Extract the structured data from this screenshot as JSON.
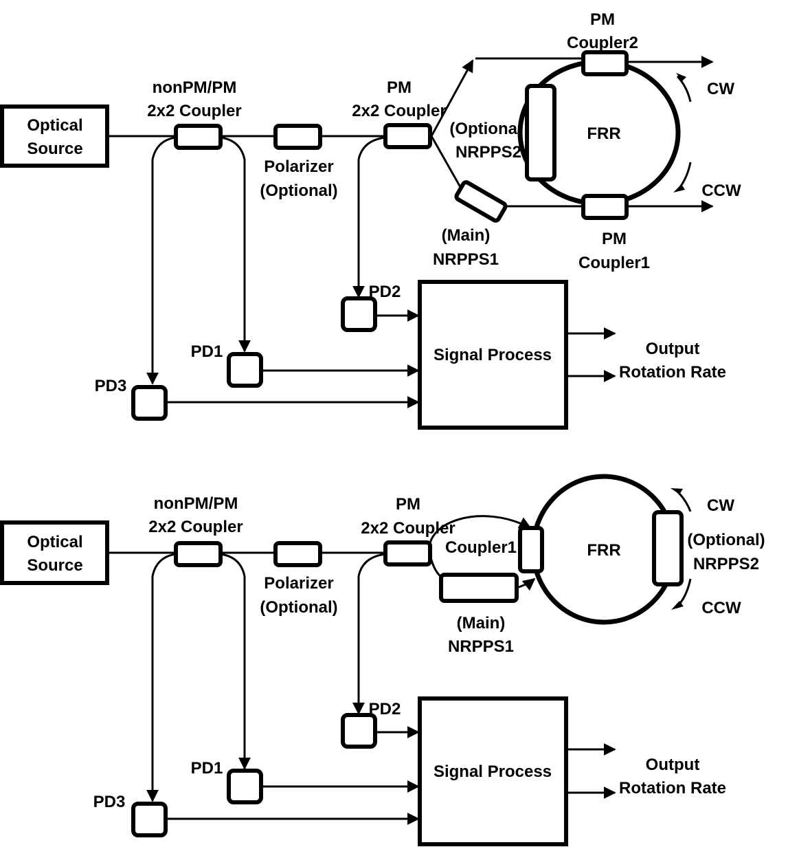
{
  "diagrams": [
    {
      "source": [
        "Optical",
        "Source"
      ],
      "coupler_a": [
        "nonPM/PM",
        "2x2 Coupler"
      ],
      "polarizer": [
        "Polarizer",
        "(Optional)"
      ],
      "coupler_b": [
        "PM",
        "2x2 Coupler"
      ],
      "nrpps2": [
        "(Optional",
        "NRPPS2"
      ],
      "nrpps1": [
        "(Main)",
        "NRPPS1"
      ],
      "pm_coupler2": [
        "PM",
        "Coupler2"
      ],
      "pm_coupler1": [
        "PM",
        "Coupler1"
      ],
      "frr": "FRR",
      "cw": "CW",
      "ccw": "CCW",
      "pd1": "PD1",
      "pd2": "PD2",
      "pd3": "PD3",
      "signal_process": "Signal Process",
      "output": [
        "Output",
        "Rotation Rate"
      ]
    },
    {
      "source": [
        "Optical",
        "Source"
      ],
      "coupler_a": [
        "nonPM/PM",
        "2x2 Coupler"
      ],
      "polarizer": [
        "Polarizer",
        "(Optional)"
      ],
      "coupler_b": [
        "PM",
        "2x2 Coupler"
      ],
      "coupler1": "Coupler1",
      "nrpps1": [
        "(Main)",
        "NRPPS1"
      ],
      "nrpps2": [
        "(Optional)",
        "NRPPS2"
      ],
      "frr": "FRR",
      "cw": "CW",
      "ccw": "CCW",
      "pd1": "PD1",
      "pd2": "PD2",
      "pd3": "PD3",
      "signal_process": "Signal Process",
      "output": [
        "Output",
        "Rotation Rate"
      ]
    }
  ]
}
